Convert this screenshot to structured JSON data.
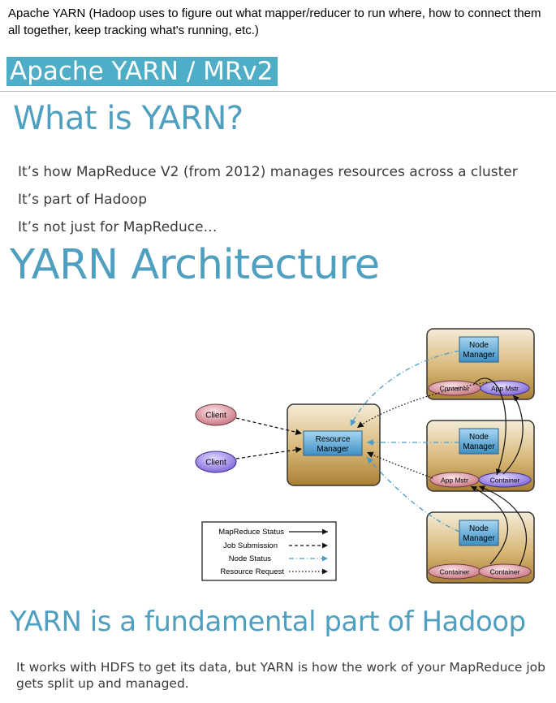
{
  "note": "Apache YARN (Hadoop uses to figure out what mapper/reducer to run where, how to connect them all together, keep tracking what's running, etc.)",
  "banner": "Apache YARN / MRv2",
  "what_title": "What is YARN?",
  "bullets": [
    "It’s how MapReduce V2 (from 2012) manages resources across a cluster",
    "It’s part of Hadoop",
    "It’s not just for MapReduce…"
  ],
  "arch_title": "YARN Architecture",
  "diagram": {
    "clients": [
      "Client",
      "Client"
    ],
    "resource_manager": "Resource Manager",
    "node_manager": "Node Manager",
    "nodes": [
      {
        "left": "Container",
        "right": "App Mstr"
      },
      {
        "left": "App Mstr",
        "right": "Container"
      },
      {
        "left": "Container",
        "right": "Container"
      }
    ],
    "legend": [
      "MapReduce Status",
      "Job Submission",
      "Node Status",
      "Resource Request"
    ],
    "colors": {
      "node_box": "#c9a25a",
      "manager_box": "#4ea3d6",
      "client_pink": "#d98a95",
      "client_purple": "#8f78e0",
      "arrow_blue": "#4a9bc8"
    }
  },
  "fund_title": "YARN is a fundamental part of Hadoop",
  "footer": "It works with HDFS to get its data, but YARN is how the work of your MapReduce job gets split up and managed."
}
